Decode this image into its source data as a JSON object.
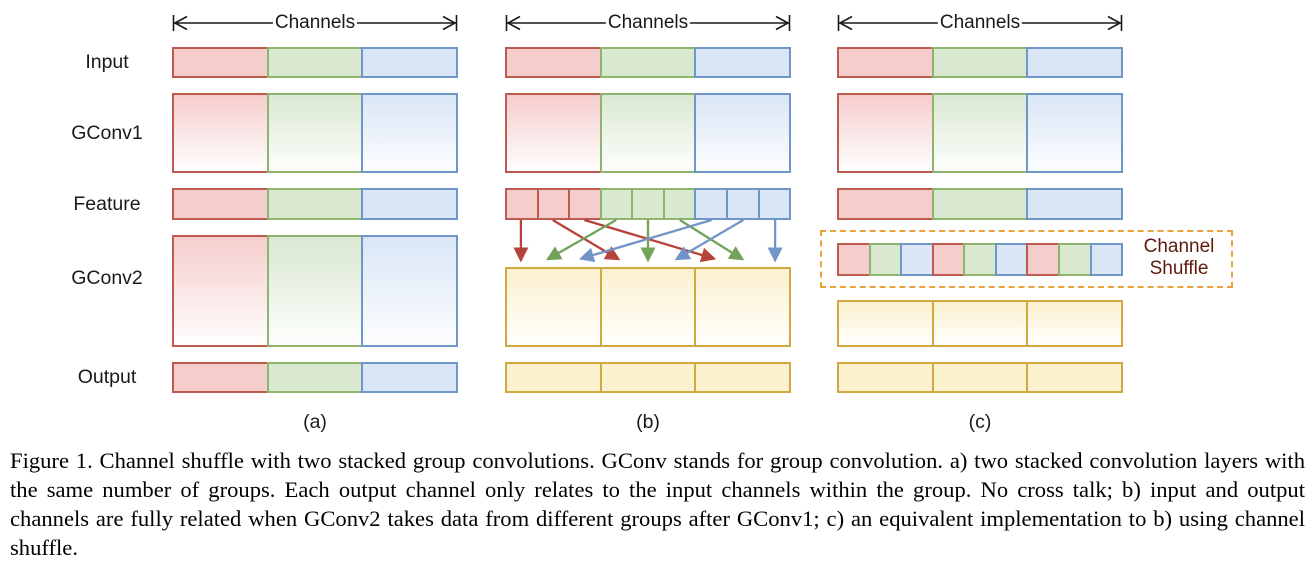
{
  "figure": {
    "channels_label": "Channels",
    "row_labels": [
      "Input",
      "GConv1",
      "Feature",
      "GConv2",
      "Output"
    ],
    "panels": [
      {
        "label": "(a)",
        "input_cells": [
          "red",
          "green",
          "blue"
        ],
        "gconv1_cells": [
          "red",
          "green",
          "blue"
        ],
        "feature_cells": [
          "red",
          "green",
          "blue"
        ],
        "gconv2_cells": [
          "red",
          "green",
          "blue"
        ],
        "output_cells": [
          "red",
          "green",
          "blue"
        ]
      },
      {
        "label": "(b)",
        "input_cells": [
          "red",
          "green",
          "blue"
        ],
        "gconv1_cells": [
          "red",
          "green",
          "blue"
        ],
        "feature_cells": [
          "red",
          "red",
          "red",
          "green",
          "green",
          "green",
          "blue",
          "blue",
          "blue"
        ],
        "shuffle_arrows": [
          {
            "from_cell": 0,
            "to_block": 0,
            "color": "red"
          },
          {
            "from_cell": 1,
            "to_block": 1,
            "color": "red"
          },
          {
            "from_cell": 2,
            "to_block": 2,
            "color": "red"
          },
          {
            "from_cell": 3,
            "to_block": 0,
            "color": "green"
          },
          {
            "from_cell": 4,
            "to_block": 1,
            "color": "green"
          },
          {
            "from_cell": 5,
            "to_block": 2,
            "color": "green"
          },
          {
            "from_cell": 6,
            "to_block": 0,
            "color": "blue"
          },
          {
            "from_cell": 7,
            "to_block": 1,
            "color": "blue"
          },
          {
            "from_cell": 8,
            "to_block": 2,
            "color": "blue"
          }
        ],
        "gconv2_cells": [
          "yellow",
          "yellow",
          "yellow"
        ],
        "output_cells": [
          "yellow",
          "yellow",
          "yellow"
        ]
      },
      {
        "label": "(c)",
        "input_cells": [
          "red",
          "green",
          "blue"
        ],
        "gconv1_cells": [
          "red",
          "green",
          "blue"
        ],
        "feature_cells": [
          "red",
          "green",
          "blue"
        ],
        "channel_shuffle": {
          "label_line1": "Channel",
          "label_line2": "Shuffle",
          "cells": [
            "red",
            "green",
            "blue",
            "red",
            "green",
            "blue",
            "red",
            "green",
            "blue"
          ]
        },
        "gconv2_cells": [
          "yellow",
          "yellow",
          "yellow"
        ],
        "output_cells": [
          "yellow",
          "yellow",
          "yellow"
        ]
      }
    ],
    "colors": {
      "red_fill": "#F6CDCD",
      "red_border": "#BE5B51",
      "green_fill": "#D9E8D1",
      "green_border": "#8FB56C",
      "blue_fill": "#DAE6F6",
      "blue_border": "#6E96C8",
      "yellow_fill": "#FBF1CF",
      "yellow_border": "#D2A843",
      "arrow_red": "#B5433A",
      "arrow_green": "#72A359",
      "arrow_blue": "#7294C7",
      "shuffle_box_border": "#E8A33C",
      "shuffle_label_text": "#5E1B0C"
    }
  },
  "caption": {
    "text": "Figure 1. Channel shuffle with two stacked group convolutions. GConv stands for group convolution. a) two stacked convolution layers with the same number of groups. Each output channel only relates to the input channels within the group. No cross talk; b) input and output channels are fully related when GConv2 takes data from different groups after GConv1; c) an equivalent implementation to b) using channel shuffle."
  }
}
